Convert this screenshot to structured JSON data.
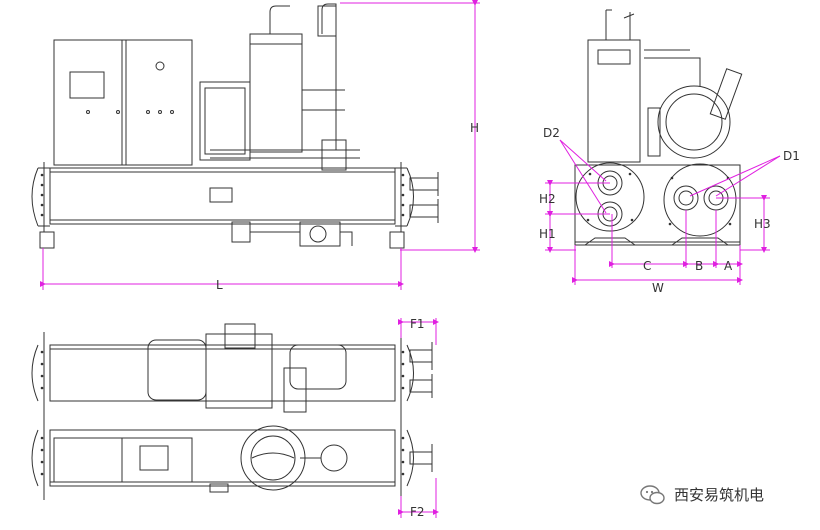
{
  "labels": {
    "H": "H",
    "L": "L",
    "D2": "D2",
    "D1": "D1",
    "H2": "H2",
    "H1": "H1",
    "H3": "H3",
    "C": "C",
    "B": "B",
    "A": "A",
    "W": "W",
    "F1": "F1",
    "F2": "F2"
  },
  "watermark": {
    "text": "西安易筑机电",
    "icon": "wechat-icon"
  },
  "colors": {
    "line": "#333333",
    "dimension": "#e020e0"
  }
}
